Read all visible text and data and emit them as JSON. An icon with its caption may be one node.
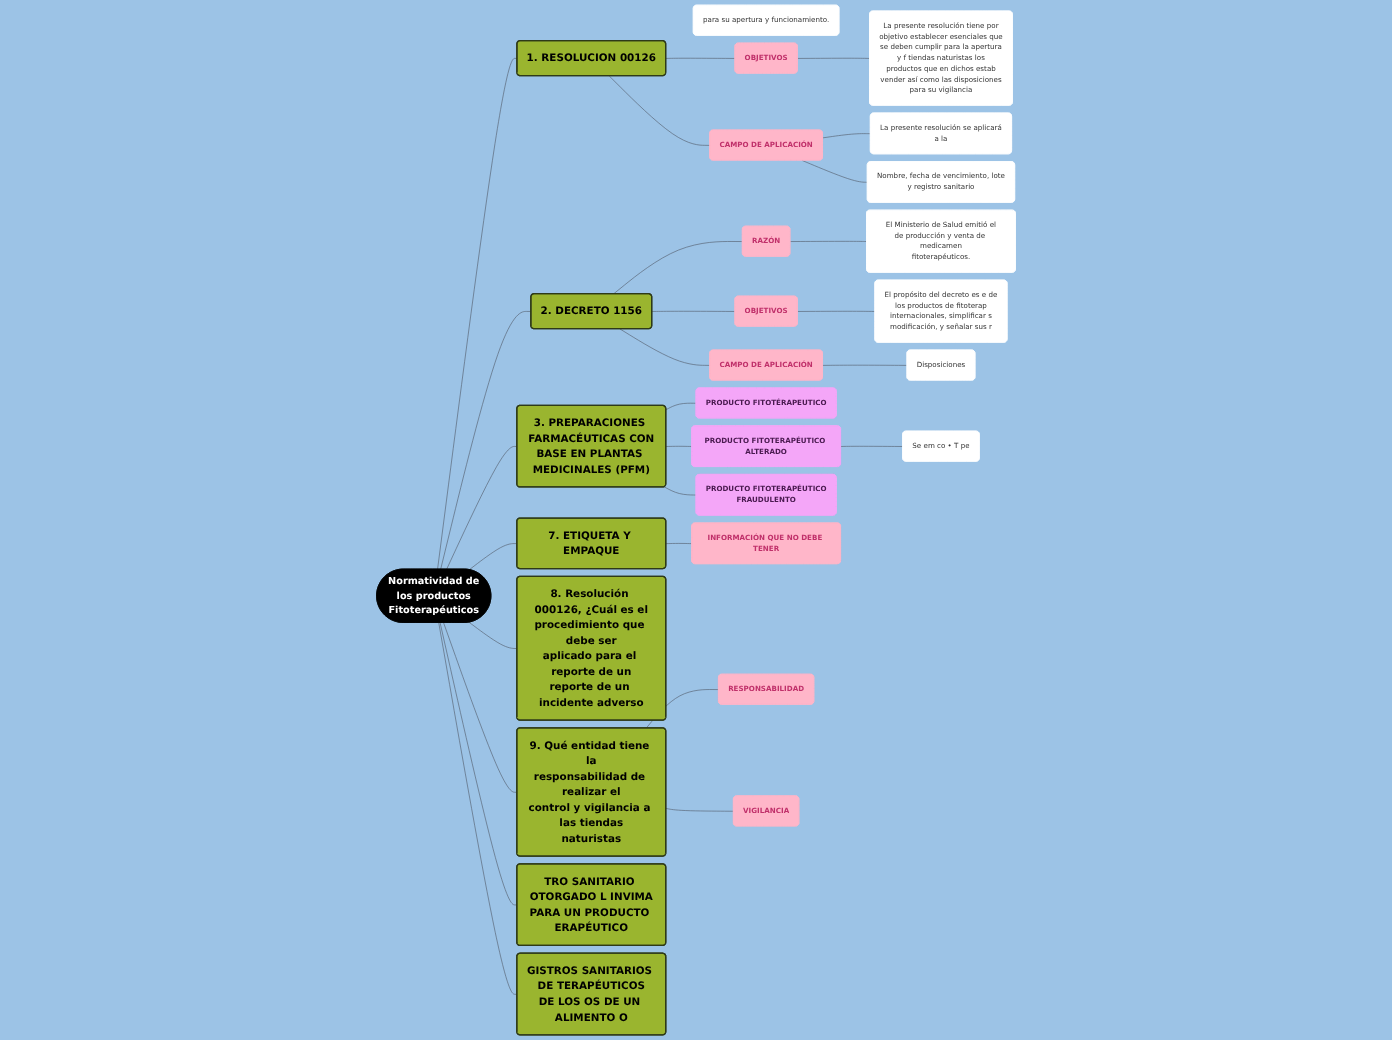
{
  "diagram": {
    "nodes": [
      {
        "text": [
          "Normatividad de los productos Fitoterapéuticos"
        ]
      },
      {
        "text": [
          "1. RESOLUCION 00126"
        ]
      },
      {
        "text": [
          "para su apertura y funcionamiento."
        ]
      },
      {
        "text": [
          "OBJETIVOS"
        ]
      },
      {
        "text": [
          "La presente resolución tiene por objetivo establecer esenciales que se deben cumplir para la apertura y f tiendas naturistas los productos que en dichos estab vender así como las disposiciones para su vigilancia"
        ]
      },
      {
        "text": [
          "CAMPO DE APLICACIÓN"
        ]
      },
      {
        "text": [
          "La presente resolución se aplicará a la"
        ]
      },
      {
        "text": [
          "Nombre, fecha de vencimiento, lote y registro sanitario"
        ]
      },
      {
        "text": [
          "2. DECRETO 1156"
        ]
      },
      {
        "text": [
          "RAZÓN"
        ]
      },
      {
        "text": [
          "El Ministerio de Salud emitió el de producción y venta de medicamen fitoterapéuticos."
        ]
      },
      {
        "text": [
          "OBJETIVOS"
        ]
      },
      {
        "text": [
          "El propósito del decreto es e de los productos de fitoterap internacionales, simplificar s modificación, y señalar sus r"
        ]
      },
      {
        "text": [
          "CAMPO DE APLICACIÓN"
        ]
      },
      {
        "text": [
          "Disposiciones"
        ]
      },
      {
        "text": [
          "3. PREPARACIONES FARMACÉUTICAS CON BASE EN PLANTAS MEDICINALES (PFM)"
        ]
      },
      {
        "text": [
          "PRODUCTO FITOTÉRAPEUTICO"
        ]
      },
      {
        "text": [
          "PRODUCTO FITOTERAPÉUTICO ALTERADO"
        ]
      },
      {
        "text": [
          "Se em co • T pe"
        ]
      },
      {
        "text": [
          "PRODUCTO FITOTERAPÉUTICO FRAUDULENTO"
        ]
      },
      {
        "text": [
          "7. ETIQUETA Y EMPAQUE"
        ]
      },
      {
        "text": [
          "INFORMACIÓN QUE NO DEBE TENER"
        ]
      },
      {
        "text": [
          "8. Resolución 000126, ¿Cuál es el procedimiento que debe ser aplicado para el reporte de un reporte de un incidente adverso"
        ]
      },
      {
        "text": [
          "9. Qué entidad tiene la responsabilidad de realizar el control y vigilancia a las tiendas naturistas"
        ]
      },
      {
        "text": [
          "RESPONSABILIDAD"
        ]
      },
      {
        "text": [
          "VIGILANCIA"
        ]
      },
      {
        "text": [
          "TRO SANITARIO OTORGADO L INVIMA PARA UN PRODUCTO ERAPÉUTICO"
        ]
      },
      {
        "text": [
          "GISTROS SANITARIOS DE TERAPÉUTICOS DE LOS OS DE UN ALIMENTO O"
        ]
      }
    ],
    "edges": [
      {
        "from": 0,
        "to": 1,
        "arrow": "none"
      },
      {
        "from": 1,
        "to": 3,
        "arrow": "none"
      },
      {
        "from": 3,
        "to": 4,
        "arrow": "none"
      },
      {
        "from": 1,
        "to": 5,
        "arrow": "none"
      },
      {
        "from": 5,
        "to": 6,
        "arrow": "none"
      },
      {
        "from": 5,
        "to": 7,
        "arrow": "none"
      },
      {
        "from": 0,
        "to": 8,
        "arrow": "none"
      },
      {
        "from": 8,
        "to": 9,
        "arrow": "none"
      },
      {
        "from": 9,
        "to": 10,
        "arrow": "none"
      },
      {
        "from": 8,
        "to": 11,
        "arrow": "none"
      },
      {
        "from": 11,
        "to": 12,
        "arrow": "none"
      },
      {
        "from": 8,
        "to": 13,
        "arrow": "none"
      },
      {
        "from": 13,
        "to": 14,
        "arrow": "none"
      },
      {
        "from": 0,
        "to": 15,
        "arrow": "none"
      },
      {
        "from": 15,
        "to": 16,
        "arrow": "none"
      },
      {
        "from": 15,
        "to": 17,
        "arrow": "none"
      },
      {
        "from": 17,
        "to": 18,
        "arrow": "none"
      },
      {
        "from": 15,
        "to": 19,
        "arrow": "none"
      },
      {
        "from": 0,
        "to": 20,
        "arrow": "none"
      },
      {
        "from": 20,
        "to": 21,
        "arrow": "none"
      },
      {
        "from": 0,
        "to": 22,
        "arrow": "none"
      },
      {
        "from": 0,
        "to": 23,
        "arrow": "none"
      },
      {
        "from": 23,
        "to": 24,
        "arrow": "none"
      },
      {
        "from": 23,
        "to": 25,
        "arrow": "none"
      },
      {
        "from": 0,
        "to": 26,
        "arrow": "none"
      },
      {
        "from": 0,
        "to": 27,
        "arrow": "none"
      }
    ]
  }
}
